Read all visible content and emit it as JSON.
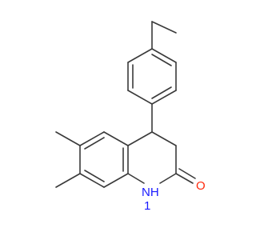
{
  "molecule": {
    "atoms": [
      {
        "id": "NH",
        "text": "NH",
        "sub": "1",
        "color": "#1a1aff"
      },
      {
        "id": "O",
        "text": "O",
        "color": "#ff2a0d"
      }
    ],
    "bond_color": "#3a3a3a"
  }
}
